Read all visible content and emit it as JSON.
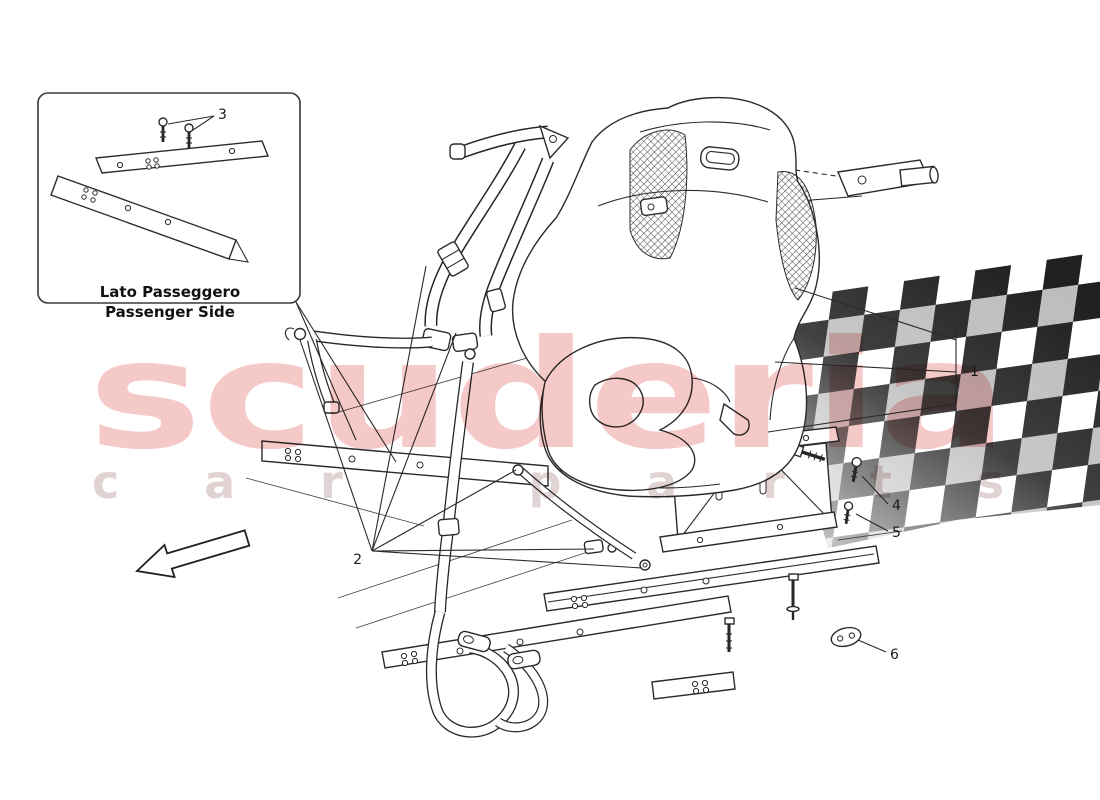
{
  "watermark": {
    "line1": "scuderia",
    "line2": "car parts",
    "color_primary": "#ef9c9c",
    "color_secondary": "#cdb6b6"
  },
  "inset": {
    "label_line1": "Lato Passeggero",
    "label_line2": "Passenger Side"
  },
  "callouts": {
    "c1": "1",
    "c2": "2",
    "c3": "3",
    "c4": "4",
    "c5": "5",
    "c6": "6"
  }
}
